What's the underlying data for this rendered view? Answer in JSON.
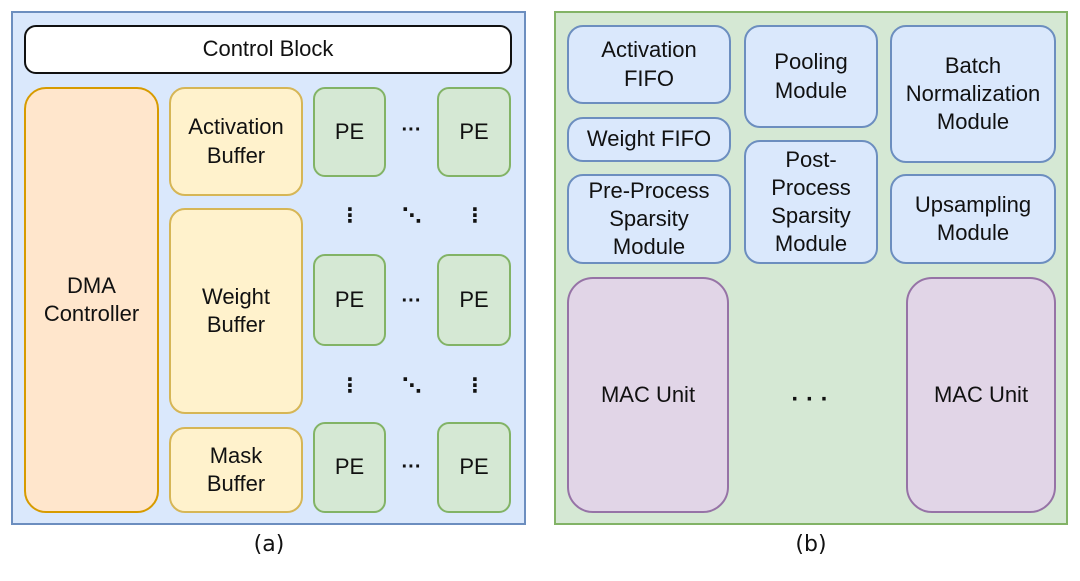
{
  "panel_a": {
    "caption": "(a)",
    "control_block": "Control Block",
    "dma_controller": "DMA\nController",
    "activation_buffer": "Activation\nBuffer",
    "weight_buffer": "Weight\nBuffer",
    "mask_buffer": "Mask\nBuffer",
    "pe_label": "PE",
    "ellipsis_h": "···",
    "ellipsis_v": "⋮",
    "ellipsis_d": "⋱"
  },
  "panel_b": {
    "caption": "(b)",
    "activation_fifo": "Activation\nFIFO",
    "weight_fifo": "Weight FIFO",
    "pre_process": "Pre-Process\nSparsity\nModule",
    "pooling": "Pooling\nModule",
    "post_process": "Post-\nProcess\nSparsity\nModule",
    "batch_norm": "Batch\nNormalization\nModule",
    "upsampling": "Upsampling\nModule",
    "mac_unit": "MAC Unit",
    "mac_ellipsis": "· · ·"
  },
  "colors": {
    "panel_a_fill": "#dae8fc",
    "panel_b_fill": "#d5e8d4",
    "dma_fill": "#ffe6cc",
    "buffer_fill": "#fff2cc",
    "pe_fill": "#d5e8d4",
    "module_fill": "#dae8fc",
    "mac_fill": "#e1d5e7"
  }
}
